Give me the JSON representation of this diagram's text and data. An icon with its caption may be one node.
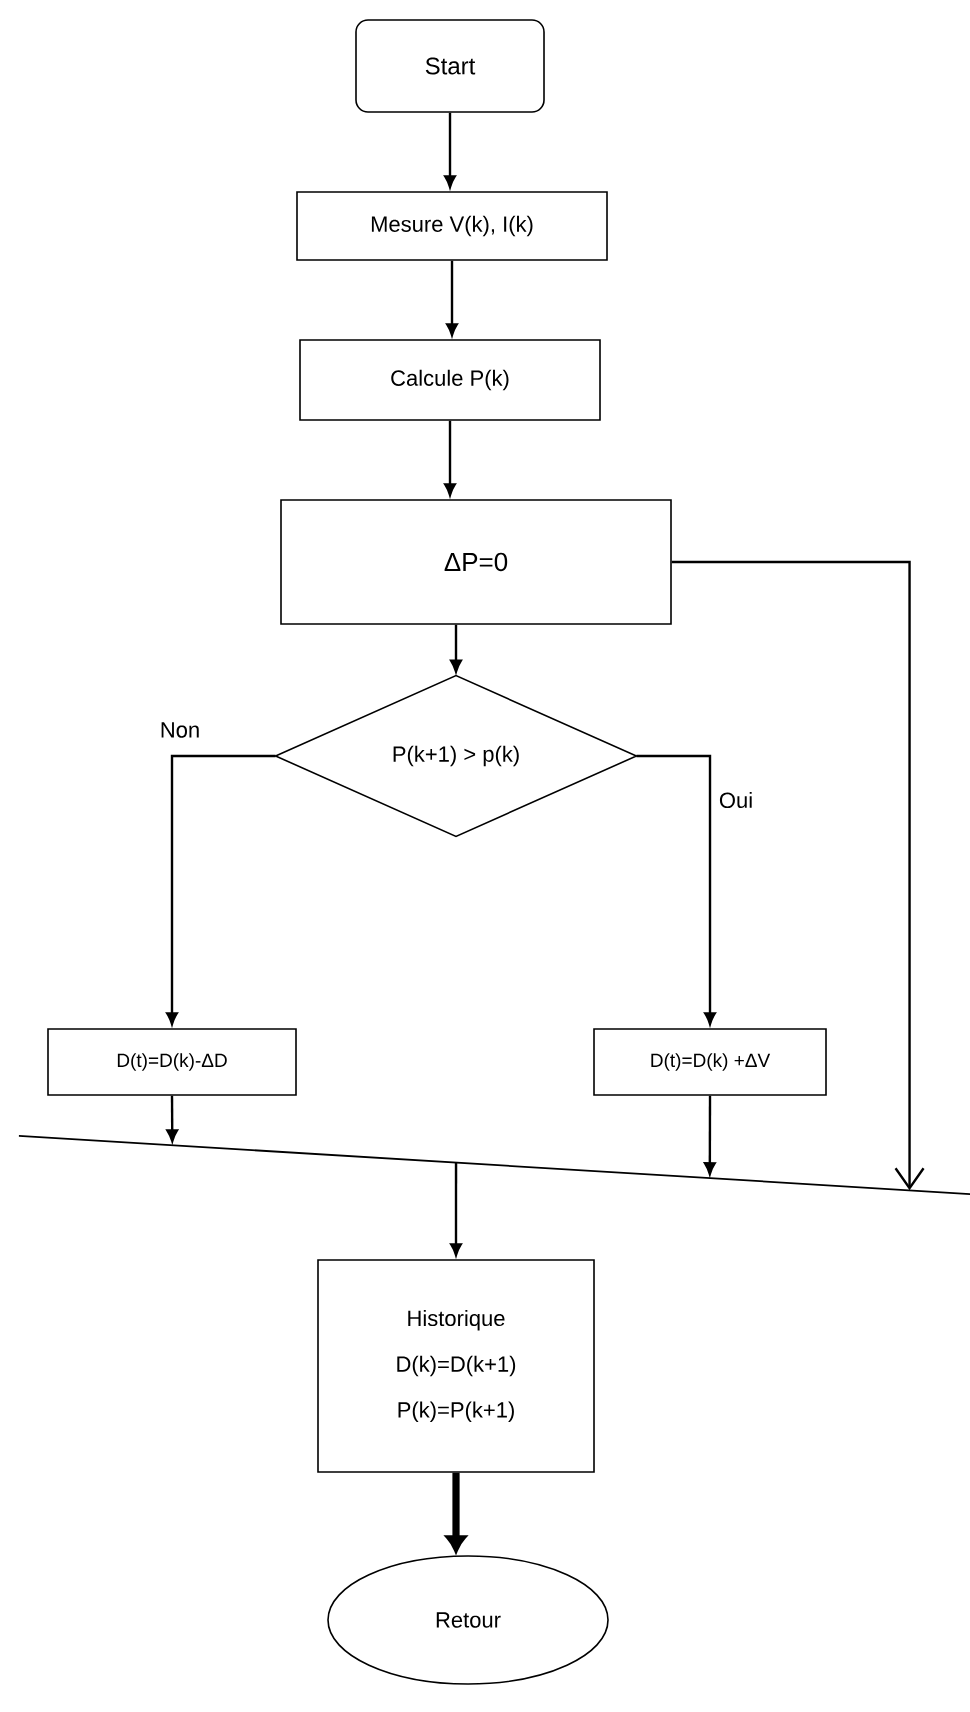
{
  "diagram": {
    "nodes": [
      {
        "text": [
          "Start"
        ]
      },
      {
        "text": [
          "Mesure V(k), I(k)"
        ]
      },
      {
        "text": [
          "Calcule P(k)"
        ]
      },
      {
        "text": [
          "ΔP=0"
        ]
      },
      {
        "text": [
          "P(k+1) > p(k)"
        ]
      },
      {
        "text": [
          "D(t)=D(k)-ΔD"
        ]
      },
      {
        "text": [
          "D(t)=D(k) +ΔV"
        ]
      },
      {
        "text": [],
        "shape": "bar"
      },
      {
        "text": [
          "Historique",
          "D(k)=D(k+1)",
          "P(k)=P(k+1)"
        ]
      },
      {
        "text": [
          "Retour"
        ]
      }
    ],
    "edges": [
      {
        "from": 0,
        "to": 1,
        "arrow": "to"
      },
      {
        "from": 1,
        "to": 2,
        "arrow": "to"
      },
      {
        "from": 2,
        "to": 3,
        "arrow": "to"
      },
      {
        "from": 3,
        "to": 4,
        "arrow": "to"
      },
      {
        "from": 4,
        "to": 5,
        "arrow": "to",
        "label": "Non"
      },
      {
        "from": 4,
        "to": 6,
        "arrow": "to",
        "label": "Oui"
      },
      {
        "from": 5,
        "to": 7,
        "arrow": "to"
      },
      {
        "from": 6,
        "to": 7,
        "arrow": "to"
      },
      {
        "from": 3,
        "to": 7,
        "arrow": "to"
      },
      {
        "from": 7,
        "to": 8,
        "arrow": "to"
      },
      {
        "from": 8,
        "to": 9,
        "arrow": "to",
        "style": "thick"
      }
    ]
  }
}
